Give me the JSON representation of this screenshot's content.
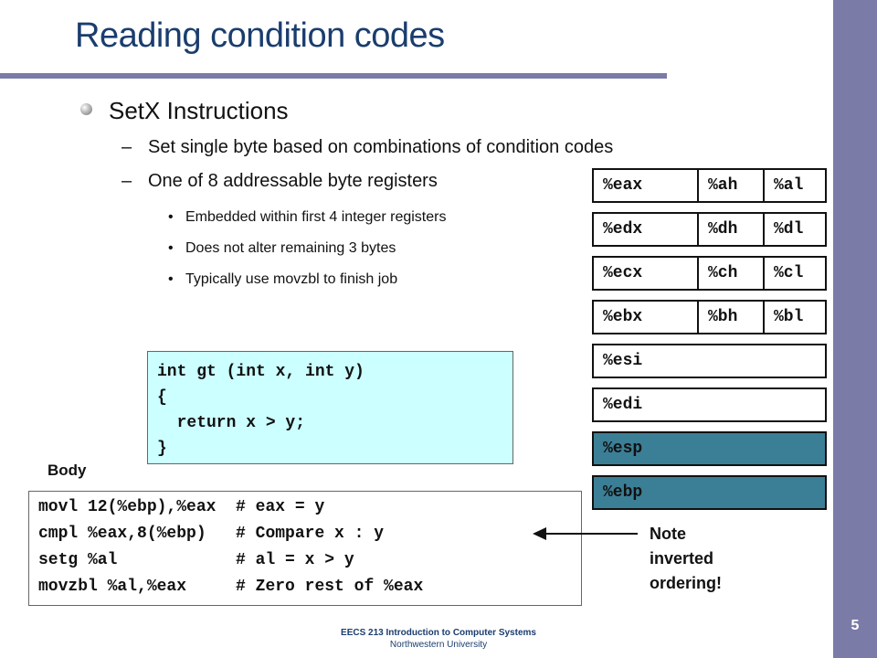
{
  "title": "Reading condition codes",
  "slide_number": "5",
  "bullets": {
    "level1": "SetX Instructions",
    "level2": [
      "Set single byte based on combinations of condition codes",
      "One of 8 addressable byte registers"
    ],
    "level3": [
      "Embedded within first 4 integer registers",
      "Does not alter remaining 3 bytes",
      "Typically use movzbl to finish job"
    ],
    "dash": "–",
    "dot": "•"
  },
  "registers": [
    {
      "name": "%eax",
      "high": "%ah",
      "low": "%al"
    },
    {
      "name": "%edx",
      "high": "%dh",
      "low": "%dl"
    },
    {
      "name": "%ecx",
      "high": "%ch",
      "low": "%cl"
    },
    {
      "name": "%ebx",
      "high": "%bh",
      "low": "%bl"
    },
    {
      "name": "%esi"
    },
    {
      "name": "%edi"
    },
    {
      "name": "%esp",
      "highlight": "#3b7f96"
    },
    {
      "name": "%ebp",
      "highlight": "#3b7f96"
    }
  ],
  "c_code": {
    "lines": [
      "int gt (int x, int y)",
      "{",
      "  return x > y;",
      "}"
    ],
    "background": "#ccffff"
  },
  "body_label": "Body",
  "asm": {
    "lines": [
      "movl 12(%ebp),%eax  # eax = y",
      "cmpl %eax,8(%ebp)   # Compare x : y",
      "setg %al            # al = x > y",
      "movzbl %al,%eax     # Zero rest of %eax"
    ]
  },
  "note": [
    "Note",
    "inverted",
    "ordering!"
  ],
  "footer": {
    "line1": "EECS 213 Introduction to Computer Systems",
    "line2": "Northwestern University"
  },
  "colors": {
    "accent_bar": "#7b7ba8",
    "title": "#1a3d6e"
  }
}
